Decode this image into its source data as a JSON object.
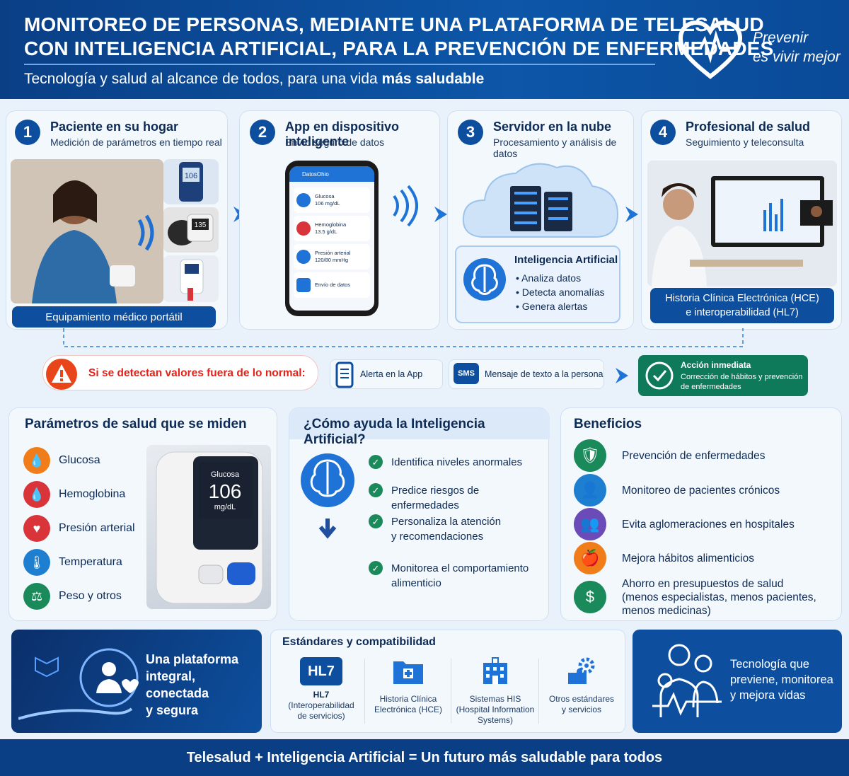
{
  "header": {
    "title_line1": "MONITOREO DE PERSONAS, MEDIANTE UNA PLATAFORMA DE TELESALUD",
    "title_line2": "CON INTELIGENCIA ARTIFICIAL, PARA LA PREVENCIÓN DE ENFERMEDADES",
    "subtitle_pre": "Tecnología y salud al alcance de todos, para una vida ",
    "subtitle_bold": "más saludable",
    "slogan_line1": "Prevenir",
    "slogan_line2": "es vivir mejor"
  },
  "steps": [
    {
      "num": "1",
      "title": "Paciente en su hogar",
      "subtitle": "Medición de parámetros en tiempo real",
      "footer": "Equipamiento médico portátil"
    },
    {
      "num": "2",
      "title": "App en dispositivo inteligente",
      "subtitle": "Envío seguro de datos"
    },
    {
      "num": "3",
      "title": "Servidor en la nube",
      "subtitle": "Procesamiento y análisis de datos"
    },
    {
      "num": "4",
      "title": "Profesional de salud",
      "subtitle": "Seguimiento y teleconsulta",
      "footer_line1": "Historia Clínica Electrónica (HCE)",
      "footer_line2": "e interoperabilidad (HL7)"
    }
  ],
  "devices": {
    "glucometer_value": "106",
    "bp_value": "135"
  },
  "phone": {
    "app_name": "DatosOhio",
    "rows": [
      {
        "label": "Glucosa",
        "value": "106 mg/dL"
      },
      {
        "label": "Hemoglobina",
        "value": "13.5 g/dL"
      },
      {
        "label": "Presión arterial",
        "value": "120/80 mmHg"
      },
      {
        "label": "Envío de datos",
        "value": ""
      }
    ]
  },
  "ai_box": {
    "title": "Inteligencia Artificial",
    "items": [
      "Analiza datos",
      "Detecta anomalías",
      "Genera alertas"
    ]
  },
  "alert_bar": {
    "warning": "Si se detectan valores fuera de lo normal:",
    "app_alert": "Alerta en la App",
    "sms_badge": "SMS",
    "sms": "Mensaje de texto a la persona",
    "action_title": "Acción inmediata",
    "action_line1": "Corrección de hábitos y prevención",
    "action_line2": "de enfermedades"
  },
  "parameters": {
    "title": "Parámetros de salud que se miden",
    "items": [
      "Glucosa",
      "Hemoglobina",
      "Presión arterial",
      "Temperatura",
      "Peso y otros"
    ],
    "colors": [
      "#f07d1a",
      "#d9343a",
      "#d9343a",
      "#1e7fd1",
      "#1a8a5a"
    ],
    "device_label": "Glucosa",
    "device_value": "106",
    "device_unit": "mg/dL"
  },
  "ai_help": {
    "title": "¿Cómo ayuda la Inteligencia Artificial?",
    "items": [
      {
        "line1": "Identifica niveles anormales",
        "line2": ""
      },
      {
        "line1": "Predice riesgos de enfermedades",
        "line2": ""
      },
      {
        "line1": "Personaliza la atención",
        "line2": "y recomendaciones"
      },
      {
        "line1": "Monitorea el comportamiento",
        "line2": "alimenticio"
      }
    ]
  },
  "benefits": {
    "title": "Beneficios",
    "items": [
      {
        "line1": "Prevención de enfermedades",
        "line2": "",
        "line3": ""
      },
      {
        "line1": "Monitoreo de pacientes crónicos",
        "line2": "",
        "line3": ""
      },
      {
        "line1": "Evita aglomeraciones en hospitales",
        "line2": "",
        "line3": ""
      },
      {
        "line1": "Mejora hábitos alimenticios",
        "line2": "",
        "line3": ""
      },
      {
        "line1": "Ahorro en presupuestos de salud",
        "line2": "(menos especialistas, menos pacientes,",
        "line3": "menos medicinas)"
      }
    ],
    "colors": [
      "#1a8a5a",
      "#1e7fd1",
      "#6a4bb8",
      "#f07d1a",
      "#1a8a5a"
    ]
  },
  "platform": {
    "line1": "Una plataforma",
    "line2": "integral, conectada",
    "line3": "y segura"
  },
  "standards": {
    "title": "Estándares y compatibilidad",
    "hl7_badge": "HL7",
    "items": [
      {
        "bold": "HL7",
        "line1": "(Interoperabilidad",
        "line2": "de servicios)"
      },
      {
        "bold": "",
        "line1": "Historia Clínica",
        "line2": "Electrónica (HCE)"
      },
      {
        "bold": "",
        "line1": "Sistemas HIS",
        "line2": "(Hospital Information",
        "line3": "Systems)"
      },
      {
        "bold": "",
        "line1": "Otros estándares",
        "line2": "y servicios"
      }
    ]
  },
  "tech": {
    "line1": "Tecnología que",
    "line2": "previene, monitorea",
    "line3": "y mejora vidas"
  },
  "footer": "Telesalud + Inteligencia Artificial = Un futuro más saludable para todos"
}
